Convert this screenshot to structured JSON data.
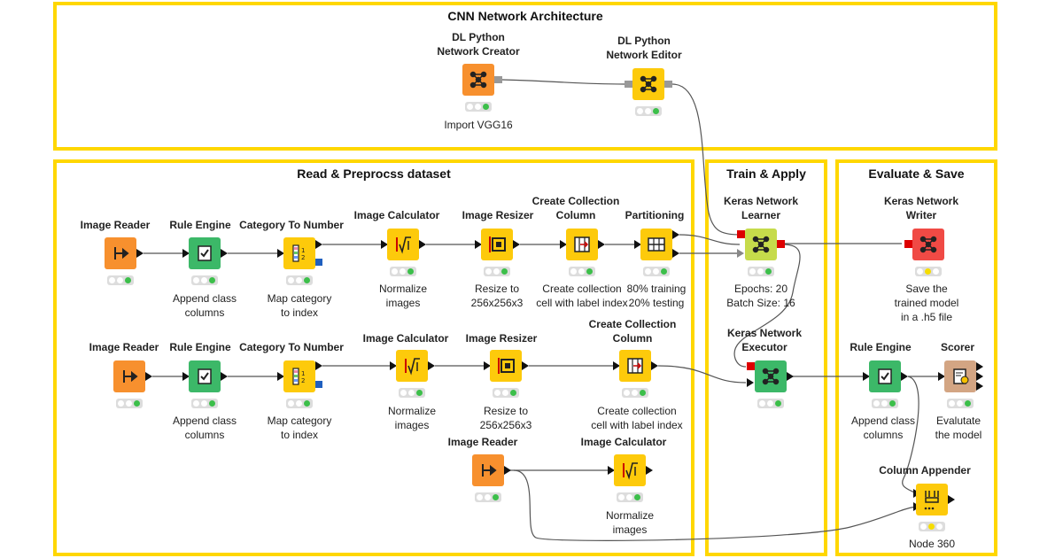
{
  "sections": {
    "cnn_architecture": "CNN Network Architecture",
    "read_preprocess": "Read & Preprocss dataset",
    "train_apply": "Train & Apply",
    "evaluate_save": "Evaluate & Save"
  },
  "nodes": {
    "dl_creator": {
      "title": "DL Python\nNetwork Creator",
      "label": "Import VGG16"
    },
    "dl_editor": {
      "title": "DL Python\nNetwork Editor",
      "label": ""
    },
    "r1_reader": {
      "title": "Image Reader",
      "label": ""
    },
    "r1_rule": {
      "title": "Rule Engine",
      "label": "Append class\ncolumns"
    },
    "r1_cat": {
      "title": "Category To Number",
      "label": "Map category\nto index"
    },
    "r1_calc": {
      "title": "Image Calculator",
      "label": "Normalize\nimages"
    },
    "r1_resize": {
      "title": "Image Resizer",
      "label": "Resize to\n256x256x3"
    },
    "r1_coll": {
      "title": "Create Collection\nColumn",
      "label": "Create collection\ncell with label index"
    },
    "r1_part": {
      "title": "Partitioning",
      "label": "80% training\n20% testing"
    },
    "r2_reader": {
      "title": "Image Reader",
      "label": ""
    },
    "r2_rule": {
      "title": "Rule Engine",
      "label": "Append class\ncolumns"
    },
    "r2_cat": {
      "title": "Category To Number",
      "label": "Map category\nto index"
    },
    "r2_calc": {
      "title": "Image Calculator",
      "label": "Normalize\nimages"
    },
    "r2_resize": {
      "title": "Image Resizer",
      "label": "Resize to\n256x256x3"
    },
    "r2_coll": {
      "title": "Create Collection\nColumn",
      "label": "Create collection\ncell with label index"
    },
    "r3_reader": {
      "title": "Image Reader",
      "label": ""
    },
    "r3_calc": {
      "title": "Image Calculator",
      "label": "Normalize\nimages"
    },
    "learner": {
      "title": "Keras Network\nLearner",
      "label": "Epochs: 20\nBatch Size: 16"
    },
    "executor": {
      "title": "Keras Network\nExecutor",
      "label": ""
    },
    "writer": {
      "title": "Keras Network\nWriter",
      "label": "Save the\ntrained model\nin a .h5 file"
    },
    "e_rule": {
      "title": "Rule Engine",
      "label": "Append class\ncolumns"
    },
    "scorer": {
      "title": "Scorer",
      "label": "Evalutate\nthe model"
    },
    "appender": {
      "title": "Column Appender",
      "label": "Node 360"
    }
  },
  "colors": {
    "frame": "#FFD700",
    "reader": "#F7902E",
    "manipulator": "#FDCA0B",
    "rule": "#3CB868",
    "learner": "#C6DB4B",
    "writer": "#F04A45",
    "scorer": "#D3A583"
  }
}
